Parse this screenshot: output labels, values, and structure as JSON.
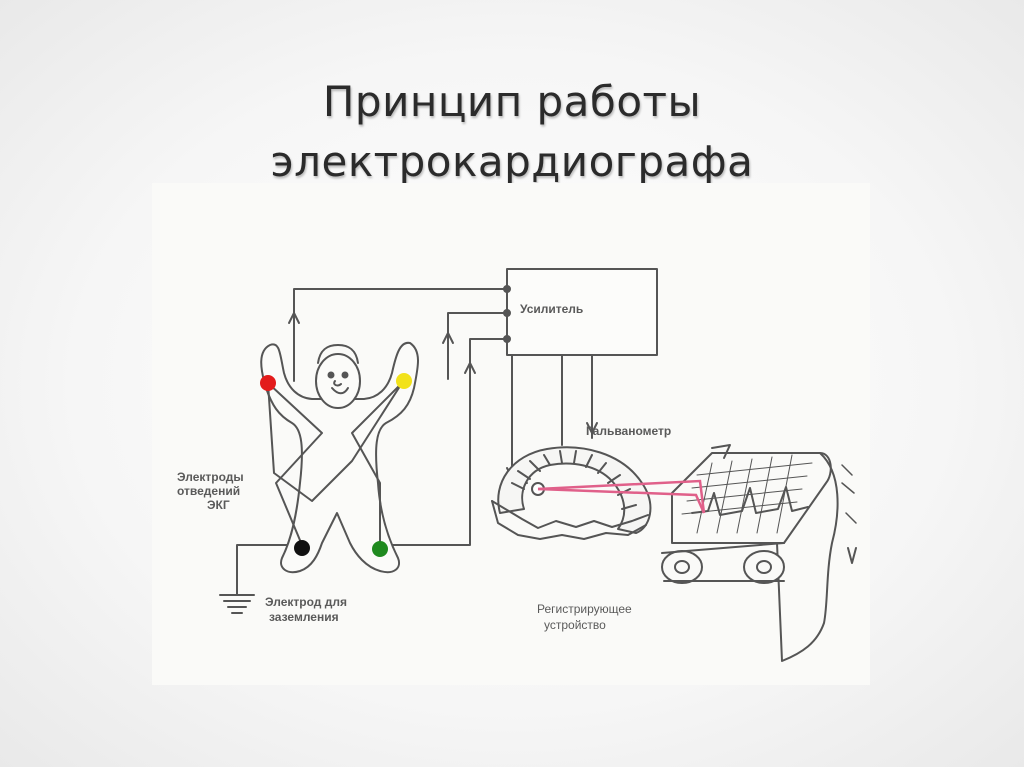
{
  "title": {
    "line1": "Принцип работы",
    "line2": "электрокардиографа"
  },
  "diagram": {
    "amplifier_label": "Усилитель",
    "galvanometer_label": "Гальванометр",
    "lead_electrodes_label": [
      "Электроды",
      "отведений",
      "ЭКГ"
    ],
    "ground_electrode_label": [
      "Электрод для",
      "заземления"
    ],
    "recorder_label": [
      "Регистрирующее",
      "устройство"
    ],
    "electrodes": [
      {
        "name": "right-arm",
        "color": "#e31b1b"
      },
      {
        "name": "left-arm",
        "color": "#f2e21a"
      },
      {
        "name": "right-leg",
        "color": "#111111"
      },
      {
        "name": "left-leg",
        "color": "#1f8a1f"
      }
    ],
    "beam_color": "#e0608a",
    "line_color": "#555555"
  }
}
